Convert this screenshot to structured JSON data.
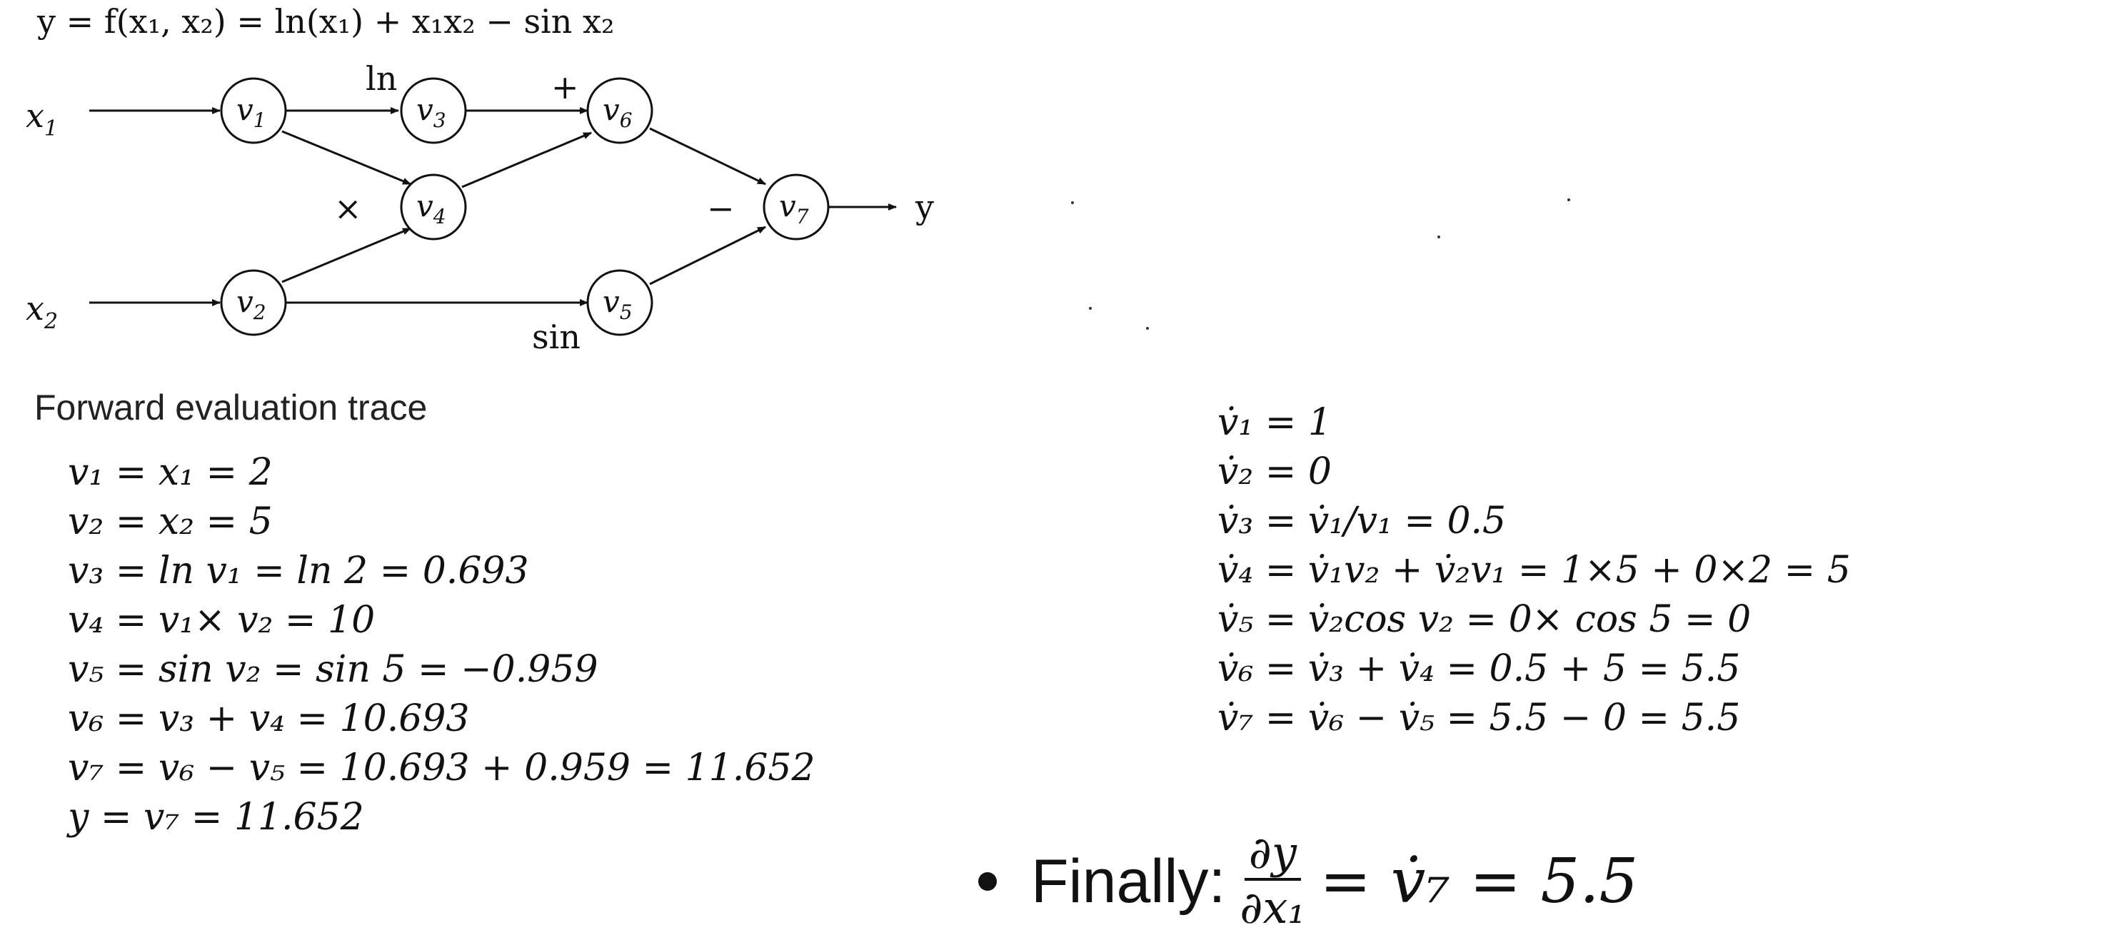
{
  "header_formula": "y = f(x₁, x₂) = ln(x₁) + x₁x₂ − sin x₂",
  "graph": {
    "inputs": [
      {
        "label": "x",
        "sub": "1"
      },
      {
        "label": "x",
        "sub": "2"
      }
    ],
    "nodes": [
      {
        "id": "v1",
        "label": "v",
        "sub": "1"
      },
      {
        "id": "v2",
        "label": "v",
        "sub": "2"
      },
      {
        "id": "v3",
        "label": "v",
        "sub": "3"
      },
      {
        "id": "v4",
        "label": "v",
        "sub": "4"
      },
      {
        "id": "v5",
        "label": "v",
        "sub": "5"
      },
      {
        "id": "v6",
        "label": "v",
        "sub": "6"
      },
      {
        "id": "v7",
        "label": "v",
        "sub": "7"
      }
    ],
    "op_labels": {
      "ln": "ln",
      "times": "×",
      "plus": "+",
      "sin": "sin",
      "minus": "−"
    },
    "output": "y"
  },
  "forward_trace": {
    "title": "Forward evaluation trace",
    "lines": [
      "v₁ = x₁ = 2",
      "v₂ = x₂ = 5",
      "v₃ = ln v₁ = ln 2 = 0.693",
      "v₄ = v₁× v₂ = 10",
      "v₅ = sin v₂ = sin 5 = −0.959",
      "v₆ = v₃ + v₄ = 10.693",
      "v₇ = v₆ − v₅ = 10.693 + 0.959 = 11.652",
      "y = v₇ = 11.652"
    ]
  },
  "tangent_trace": {
    "lines": [
      "v̇₁ = 1",
      "v̇₂ = 0",
      "v̇₃ = v̇₁/v₁ = 0.5",
      "v̇₄ = v̇₁v₂ + v̇₂v₁ = 1×5 + 0×2 = 5",
      "v̇₅ = v̇₂cos v₂ = 0× cos 5 = 0",
      "v̇₆ = v̇₃ + v̇₄ = 0.5 + 5 = 5.5",
      "v̇₇ = v̇₆ − v̇₅ = 5.5 − 0 = 5.5"
    ]
  },
  "final": {
    "label": "Finally:",
    "frac_num": "∂y",
    "frac_den": "∂x₁",
    "rhs": "= v̇₇ = 5.5"
  }
}
